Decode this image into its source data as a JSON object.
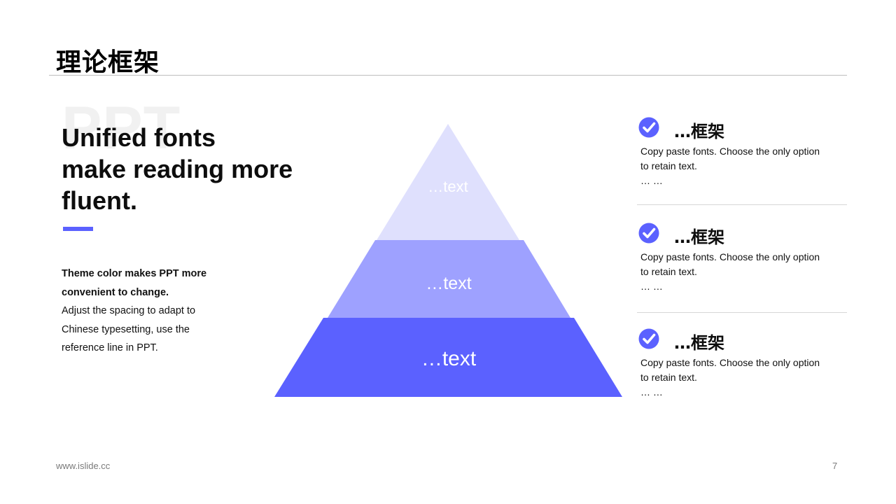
{
  "slide": {
    "title": "理论框架",
    "watermark": "PPT",
    "headline_lines": [
      "Unified fonts",
      "make reading more",
      "fluent."
    ],
    "description": {
      "bold_lines": [
        "Theme color makes PPT more",
        "convenient to change."
      ],
      "lines": [
        "Adjust the spacing to adapt to",
        "Chinese typesetting, use the",
        "reference line in PPT."
      ]
    }
  },
  "pyramid": {
    "levels": [
      {
        "label": "…text",
        "color": "#dfe0fd"
      },
      {
        "label": "…text",
        "color": "#9ea1ff"
      },
      {
        "label": "…text",
        "color": "#5b61ff"
      }
    ]
  },
  "items": [
    {
      "icon": "check-circle-icon",
      "title": "…框架",
      "body_line1": "Copy paste fonts. Choose the only option",
      "body_line2": "to retain text.",
      "body_line3": "… …"
    },
    {
      "icon": "check-circle-icon",
      "title": "…框架",
      "body_line1": "Copy paste fonts. Choose the only option",
      "body_line2": "to retain text.",
      "body_line3": "… …"
    },
    {
      "icon": "check-circle-icon",
      "title": "…框架",
      "body_line1": "Copy paste fonts. Choose the only option",
      "body_line2": "to retain text.",
      "body_line3": "… …"
    }
  ],
  "footer": {
    "website": "www.islide.cc",
    "page_number": "7"
  },
  "colors": {
    "accent": "#5b61ff",
    "mid": "#9ea1ff",
    "light": "#dfe0fd"
  }
}
